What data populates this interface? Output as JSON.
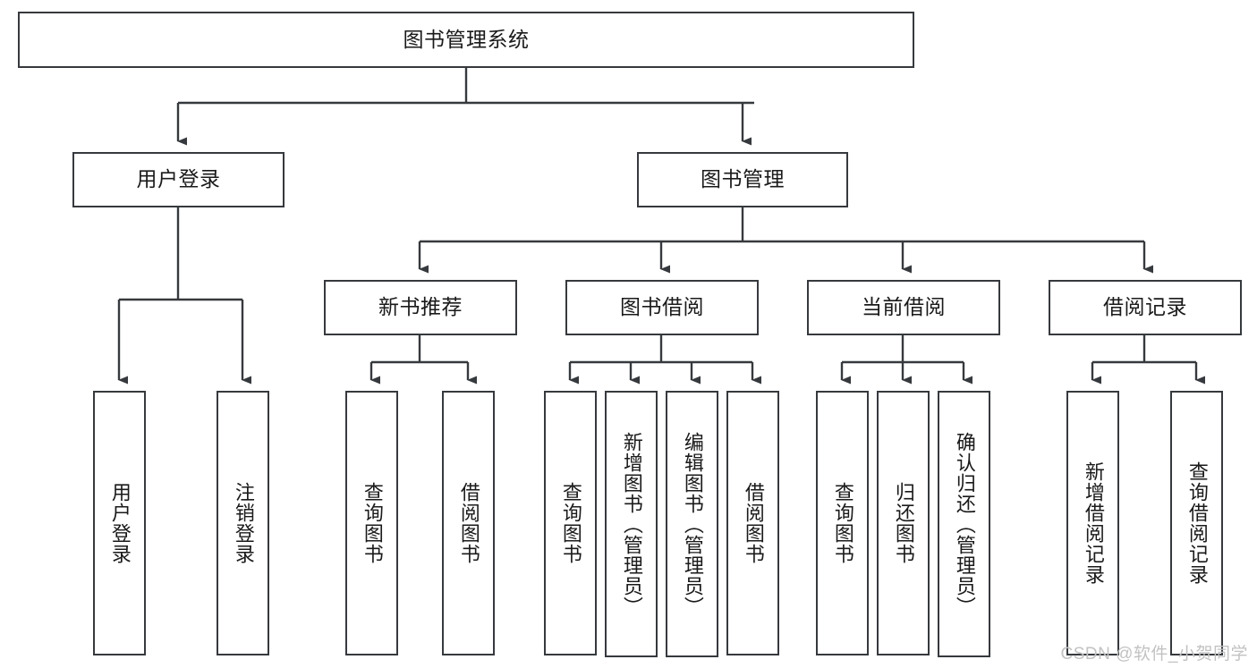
{
  "diagram": {
    "title": "图书管理系统",
    "type": "tree-hierarchy",
    "watermark": "CSDN @软件_小贺同学",
    "colors": {
      "stroke": "#36393d",
      "fill": "#ffffff",
      "text": "#1a1a1a",
      "watermark": "#c2c2c2"
    }
  },
  "nodes": {
    "root": {
      "label": "图书管理系统",
      "level": 0,
      "orientation": "horizontal"
    },
    "l1": [
      {
        "id": "user_login",
        "label": "用户登录",
        "level": 1,
        "orientation": "horizontal"
      },
      {
        "id": "book_manage",
        "label": "图书管理",
        "level": 1,
        "orientation": "horizontal"
      }
    ],
    "l2": [
      {
        "id": "new_book_rec",
        "label": "新书推荐",
        "level": 2,
        "orientation": "horizontal",
        "parent": "book_manage"
      },
      {
        "id": "book_borrow",
        "label": "图书借阅",
        "level": 2,
        "orientation": "horizontal",
        "parent": "book_manage"
      },
      {
        "id": "current_borrow",
        "label": "当前借阅",
        "level": 2,
        "orientation": "horizontal",
        "parent": "book_manage"
      },
      {
        "id": "borrow_record",
        "label": "借阅记录",
        "level": 2,
        "orientation": "horizontal",
        "parent": "book_manage"
      }
    ],
    "leaves": [
      {
        "id": "leaf_user_login",
        "label": "用户登录",
        "parent": "user_login",
        "orientation": "vertical"
      },
      {
        "id": "leaf_user_logout",
        "label": "注销登录",
        "parent": "user_login",
        "orientation": "vertical"
      },
      {
        "id": "leaf_rec_query",
        "label": "查询图书",
        "parent": "new_book_rec",
        "orientation": "vertical"
      },
      {
        "id": "leaf_rec_borrow",
        "label": "借阅图书",
        "parent": "new_book_rec",
        "orientation": "vertical"
      },
      {
        "id": "leaf_borrow_query",
        "label": "查询图书",
        "parent": "book_borrow",
        "orientation": "vertical"
      },
      {
        "id": "leaf_borrow_add",
        "label": "新增图书（管理员）",
        "parent": "book_borrow",
        "orientation": "vertical"
      },
      {
        "id": "leaf_borrow_edit",
        "label": "编辑图书（管理员）",
        "parent": "book_borrow",
        "orientation": "vertical"
      },
      {
        "id": "leaf_borrow_do",
        "label": "借阅图书",
        "parent": "book_borrow",
        "orientation": "vertical"
      },
      {
        "id": "leaf_cur_query",
        "label": "查询图书",
        "parent": "current_borrow",
        "orientation": "vertical"
      },
      {
        "id": "leaf_cur_return",
        "label": "归还图书",
        "parent": "current_borrow",
        "orientation": "vertical"
      },
      {
        "id": "leaf_cur_confirm",
        "label": "确认归还（管理员）",
        "parent": "current_borrow",
        "orientation": "vertical"
      },
      {
        "id": "leaf_rec_add",
        "label": "新增借阅记录",
        "parent": "borrow_record",
        "orientation": "vertical"
      },
      {
        "id": "leaf_rec_search",
        "label": "查询借阅记录",
        "parent": "borrow_record",
        "orientation": "vertical"
      }
    ]
  }
}
